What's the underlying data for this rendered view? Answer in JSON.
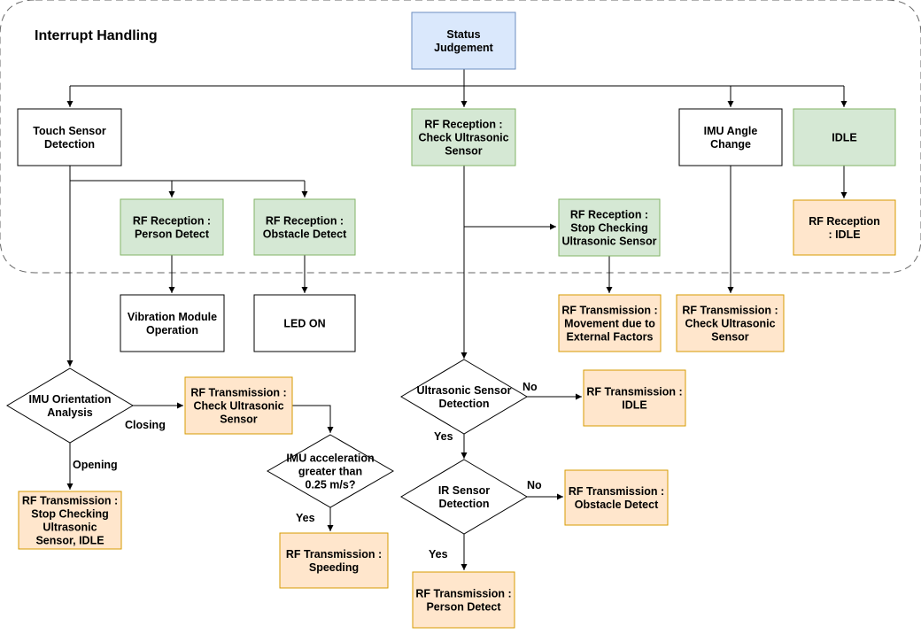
{
  "title": "Interrupt Handling",
  "colors": {
    "blue_fill": "#dae8fc",
    "blue_stroke": "#6c8ebf",
    "green_fill": "#d5e8d4",
    "green_stroke": "#82b366",
    "orange_fill": "#ffe6cc",
    "orange_stroke": "#d79b00",
    "white_fill": "#ffffff",
    "white_stroke": "#000000"
  },
  "nodes": {
    "status_judgement": {
      "lines": [
        "Status",
        "Judgement"
      ],
      "style": "blue"
    },
    "touch_sensor": {
      "lines": [
        "Touch Sensor",
        "Detection"
      ],
      "style": "white"
    },
    "rf_check_us": {
      "lines": [
        "RF Reception :",
        "Check Ultrasonic",
        "Sensor"
      ],
      "style": "green"
    },
    "imu_angle": {
      "lines": [
        "IMU Angle",
        "Change"
      ],
      "style": "white"
    },
    "idle": {
      "lines": [
        "IDLE"
      ],
      "style": "green"
    },
    "rf_person": {
      "lines": [
        "RF Reception :",
        "Person Detect"
      ],
      "style": "green"
    },
    "rf_obstacle": {
      "lines": [
        "RF Reception :",
        "Obstacle Detect"
      ],
      "style": "green"
    },
    "rf_stop_check": {
      "lines": [
        "RF Reception :",
        "Stop Checking",
        "Ultrasonic Sensor"
      ],
      "style": "green"
    },
    "rf_recv_idle": {
      "lines": [
        "RF Reception",
        ": IDLE"
      ],
      "style": "orange"
    },
    "vibration": {
      "lines": [
        "Vibration Module",
        "Operation"
      ],
      "style": "white"
    },
    "led_on": {
      "lines": [
        "LED ON"
      ],
      "style": "white"
    },
    "rf_tx_movement": {
      "lines": [
        "RF Transmission :",
        "Movement due to",
        "External Factors"
      ],
      "style": "orange"
    },
    "rf_tx_check_us_right": {
      "lines": [
        "RF Transmission :",
        "Check Ultrasonic",
        "Sensor"
      ],
      "style": "orange"
    },
    "imu_orientation": {
      "lines": [
        "IMU Orientation",
        "Analysis"
      ],
      "style": "white"
    },
    "rf_tx_check_us_left": {
      "lines": [
        "RF Transmission :",
        "Check Ultrasonic",
        "Sensor"
      ],
      "style": "orange"
    },
    "us_detection": {
      "lines": [
        "Ultrasonic Sensor",
        "Detection"
      ],
      "style": "white"
    },
    "rf_tx_idle": {
      "lines": [
        "RF Transmission :",
        "IDLE"
      ],
      "style": "orange"
    },
    "imu_accel": {
      "lines": [
        "IMU acceleration",
        "greater than",
        "0.25 m/s?"
      ],
      "style": "white"
    },
    "rf_tx_stop_idle": {
      "lines": [
        "RF Transmission :",
        "Stop Checking",
        "Ultrasonic",
        "Sensor, IDLE"
      ],
      "style": "orange"
    },
    "ir_detection": {
      "lines": [
        "IR Sensor",
        "Detection"
      ],
      "style": "white"
    },
    "rf_tx_obstacle": {
      "lines": [
        "RF Transmission :",
        "Obstacle Detect"
      ],
      "style": "orange"
    },
    "rf_tx_speeding": {
      "lines": [
        "RF Transmission :",
        "Speeding"
      ],
      "style": "orange"
    },
    "rf_tx_person": {
      "lines": [
        "RF Transmission :",
        "Person Detect"
      ],
      "style": "orange"
    }
  },
  "edge_labels": {
    "closing": "Closing",
    "opening": "Opening",
    "us_no": "No",
    "us_yes": "Yes",
    "ir_no": "No",
    "ir_yes": "Yes",
    "accel_yes": "Yes"
  }
}
